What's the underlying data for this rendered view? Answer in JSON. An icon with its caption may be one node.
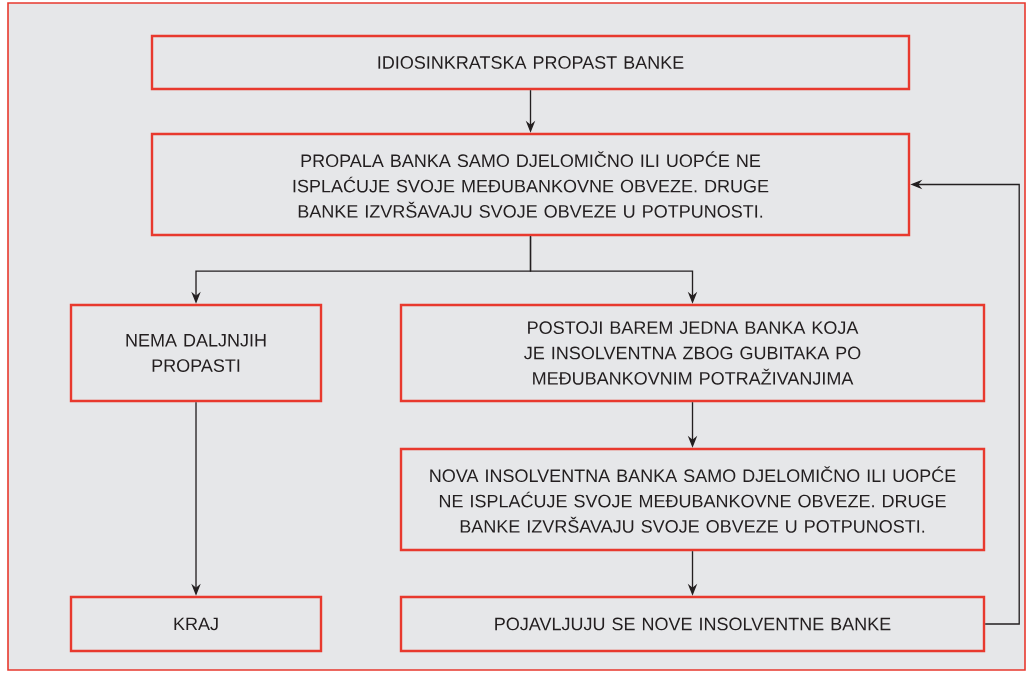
{
  "diagram": {
    "nodes": [
      {
        "text": [
          "IDIOSINKRATSKA PROPAST BANKE"
        ]
      },
      {
        "text": [
          "PROPALA BANKA SAMO DJELOMIČNO ILI UOPĆE NE ISPLAĆUJE SVOJE MEĐUBANKOVNE OBVEZE. DRUGE BANKE IZVRŠAVAJU SVOJE OBVEZE U POTPUNOSTI."
        ]
      },
      {
        "text": [
          "NEMA DALJNJIH PROPASTI"
        ]
      },
      {
        "text": [
          "POSTOJI BAREM JEDNA BANKA KOJA JE INSOLVENTNA ZBOG GUBITAKA PO MEĐUBANKOVNIM POTRAŽIVANJIMA"
        ]
      },
      {
        "text": [
          "NOVA INSOLVENTNA BANKA SAMO DJELOMIČNO ILI UOPĆE NE ISPLAĆUJE SVOJE MEĐUBANKOVNE OBVEZE. DRUGE BANKE IZVRŠAVAJU SVOJE OBVEZE U POTPUNOSTI."
        ]
      },
      {
        "text": [
          "KRAJ"
        ]
      },
      {
        "text": [
          "POJAVLJUJU SE NOVE INSOLVENTNE BANKE"
        ]
      }
    ],
    "edges": [
      {
        "from": 0,
        "to": 1,
        "arrow": "to"
      },
      {
        "from": 1,
        "to": 2,
        "arrow": "to"
      },
      {
        "from": 1,
        "to": 3,
        "arrow": "to"
      },
      {
        "from": 2,
        "to": 5,
        "arrow": "to"
      },
      {
        "from": 3,
        "to": 4,
        "arrow": "to"
      },
      {
        "from": 4,
        "to": 6,
        "arrow": "to"
      },
      {
        "from": 6,
        "to": 1,
        "arrow": "to"
      }
    ]
  }
}
